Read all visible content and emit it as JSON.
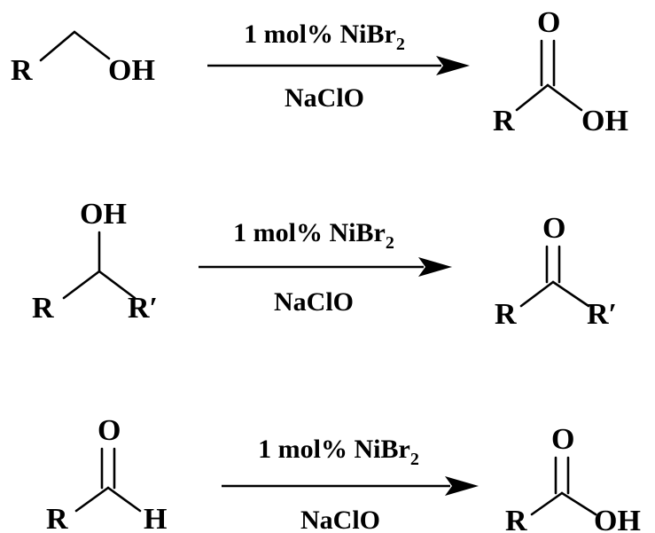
{
  "reactions": [
    {
      "reactant": {
        "r_label": "R",
        "oh_label": "OH"
      },
      "catalyst": {
        "text": "1 mol% NiBr",
        "subscript": "2"
      },
      "oxidant": "NaClO",
      "product": {
        "r_label": "R",
        "o_label": "O",
        "oh_label": "OH"
      }
    },
    {
      "reactant": {
        "r_label": "R",
        "r2_label": "R′",
        "oh_label": "OH"
      },
      "catalyst": {
        "text": "1 mol% NiBr",
        "subscript": "2"
      },
      "oxidant": "NaClO",
      "product": {
        "r_label": "R",
        "r2_label": "R′",
        "o_label": "O"
      }
    },
    {
      "reactant": {
        "r_label": "R",
        "h_label": "H",
        "o_label": "O"
      },
      "catalyst": {
        "text": "1 mol% NiBr",
        "subscript": "2"
      },
      "oxidant": "NaClO",
      "product": {
        "r_label": "R",
        "o_label": "O",
        "oh_label": "OH"
      }
    }
  ]
}
